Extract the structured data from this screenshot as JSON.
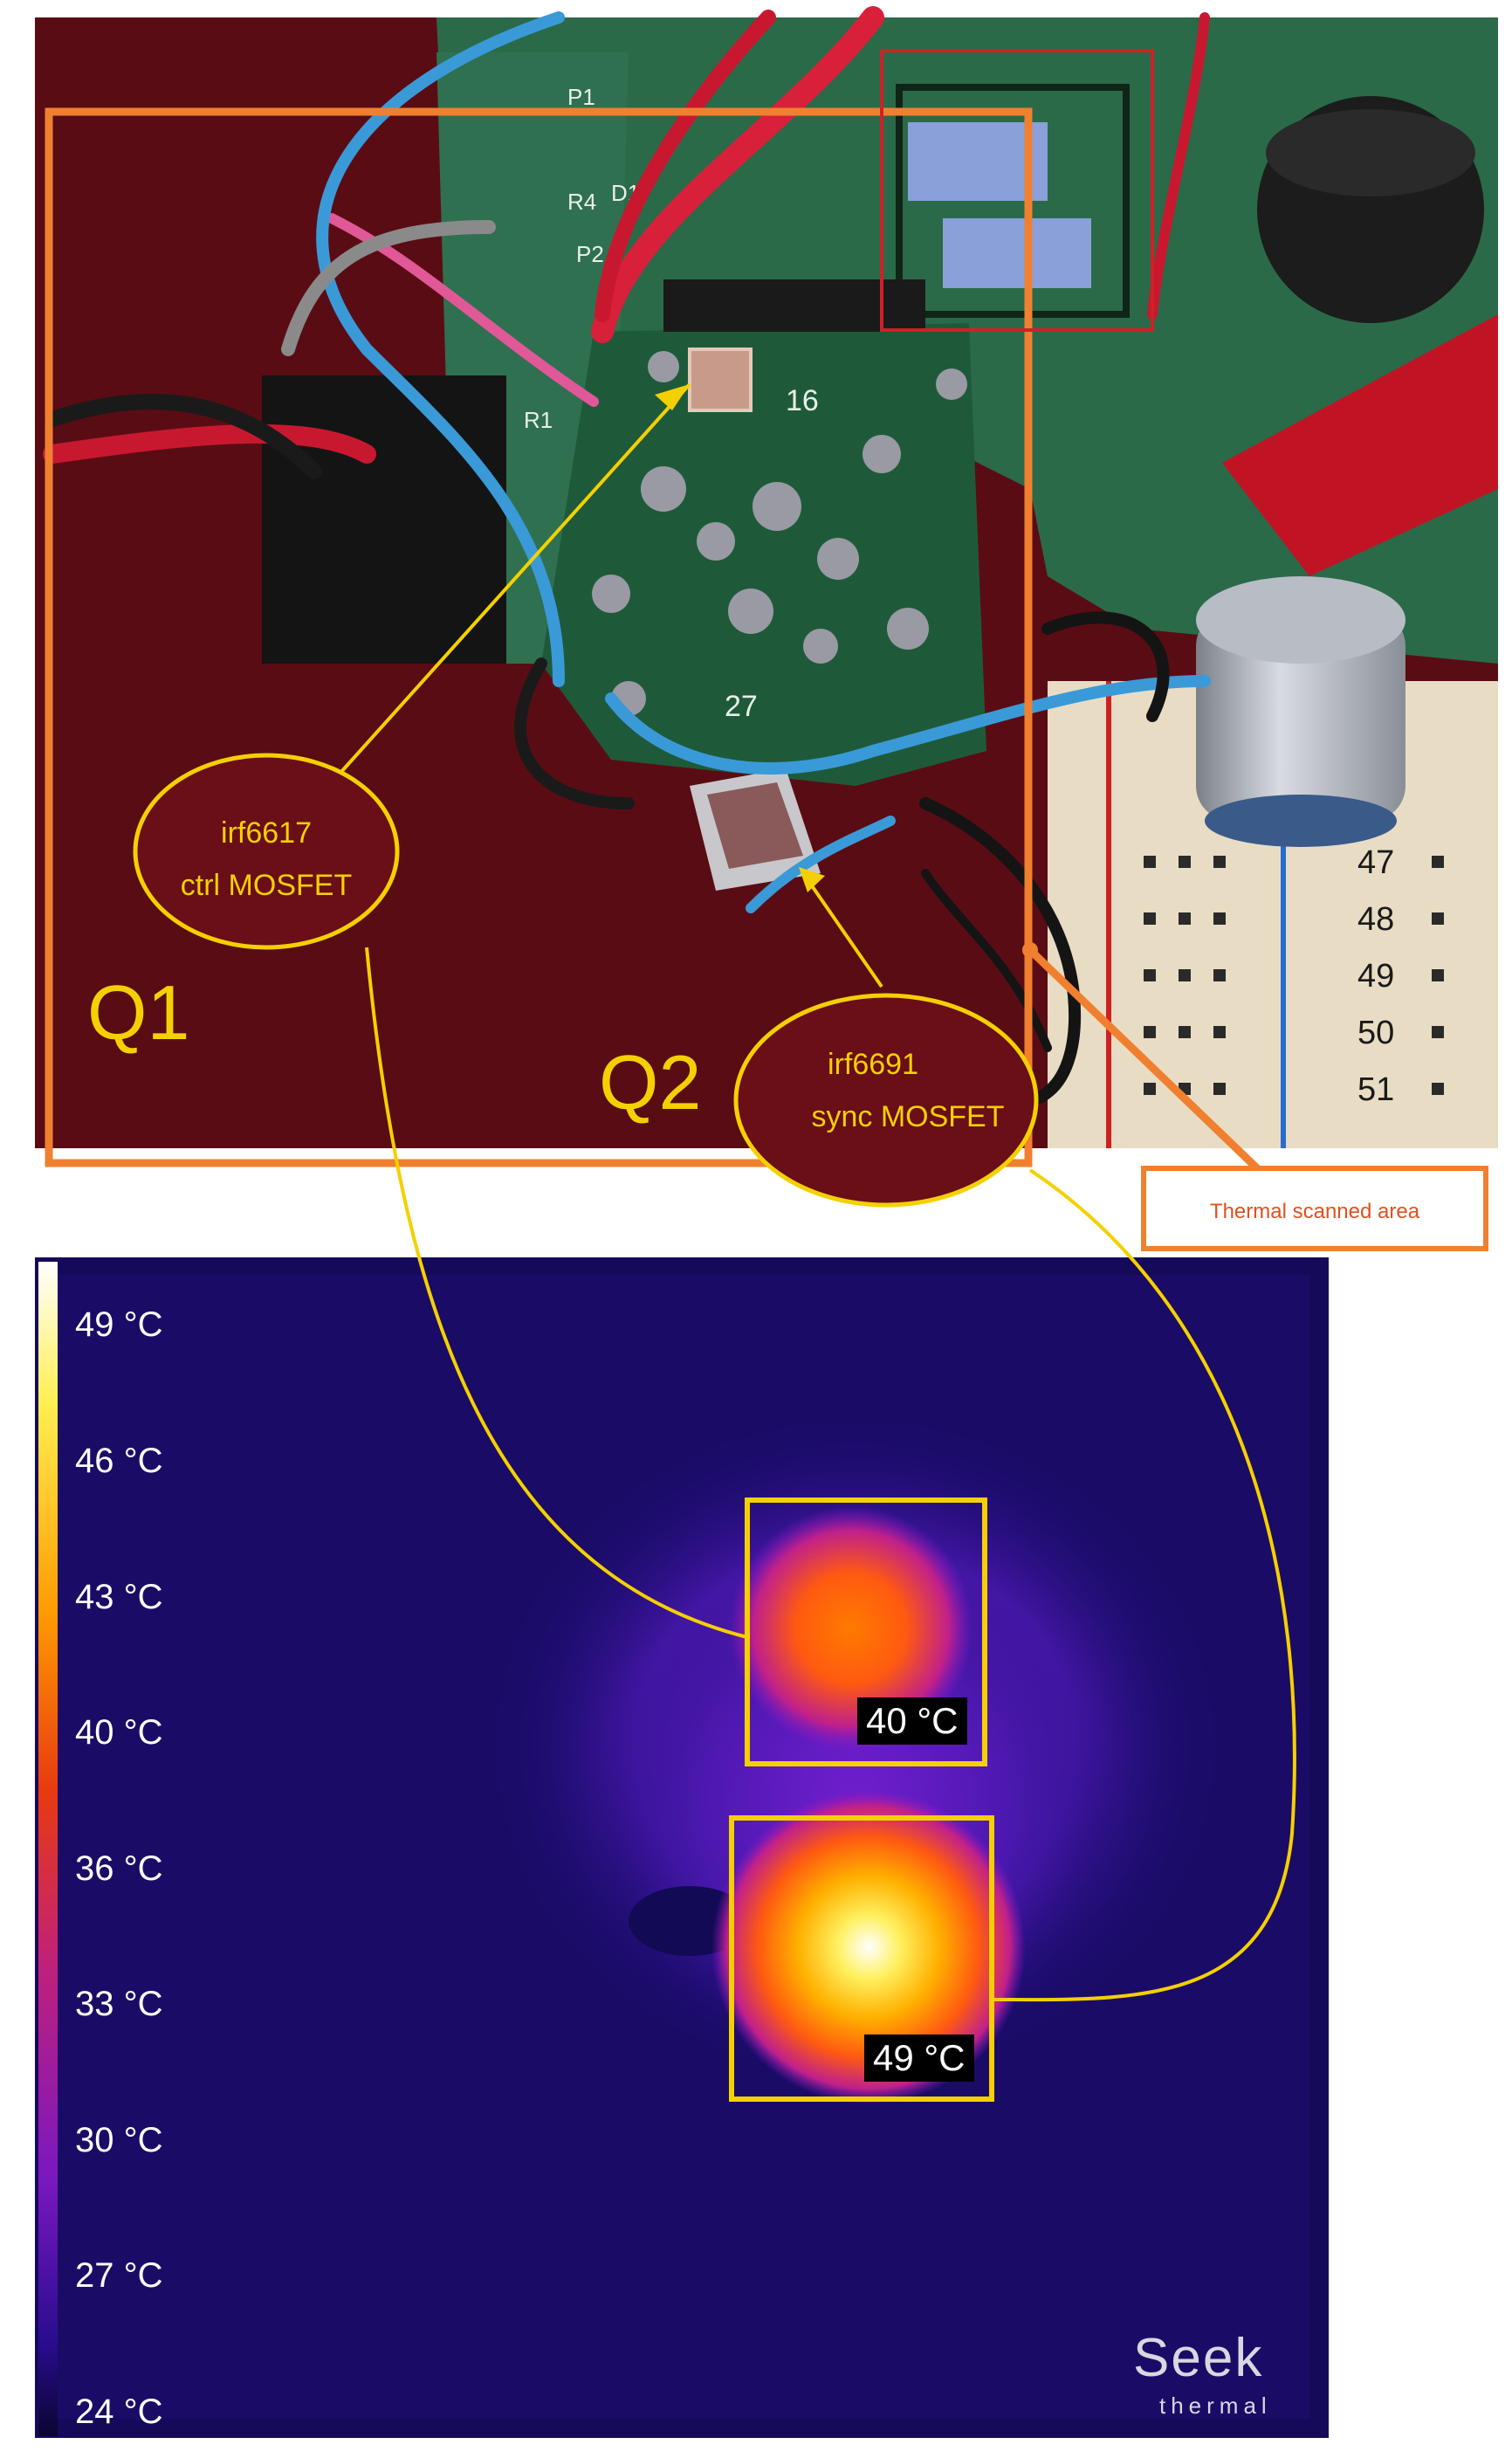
{
  "photo": {
    "q1_label": "Q1",
    "q2_label": "Q2",
    "callout_q1": {
      "part": "irf6617",
      "role": "ctrl MOSFET"
    },
    "callout_q2": {
      "part": "irf6691",
      "role": "sync MOSFET"
    },
    "scan_area_label": "Thermal scanned  area",
    "breadboard_rows": [
      "47",
      "48",
      "49",
      "50",
      "51"
    ],
    "board_marks": [
      "P1",
      "P2",
      "R4",
      "D1",
      "R1",
      "16",
      "27"
    ]
  },
  "thermal": {
    "scale": [
      "49 °C",
      "46 °C",
      "43 °C",
      "40 °C",
      "36 °C",
      "33 °C",
      "30 °C",
      "27 °C",
      "24 °C"
    ],
    "readout_q1": "40 °C",
    "readout_q2": "49 °C",
    "brand_top": "Seek",
    "brand_bottom": "thermal"
  },
  "colors": {
    "annotation_yellow": "#f5d000",
    "scan_orange": "#f08030",
    "board_green": "#1e5a3a",
    "background_maroon": "#5a0c14"
  }
}
